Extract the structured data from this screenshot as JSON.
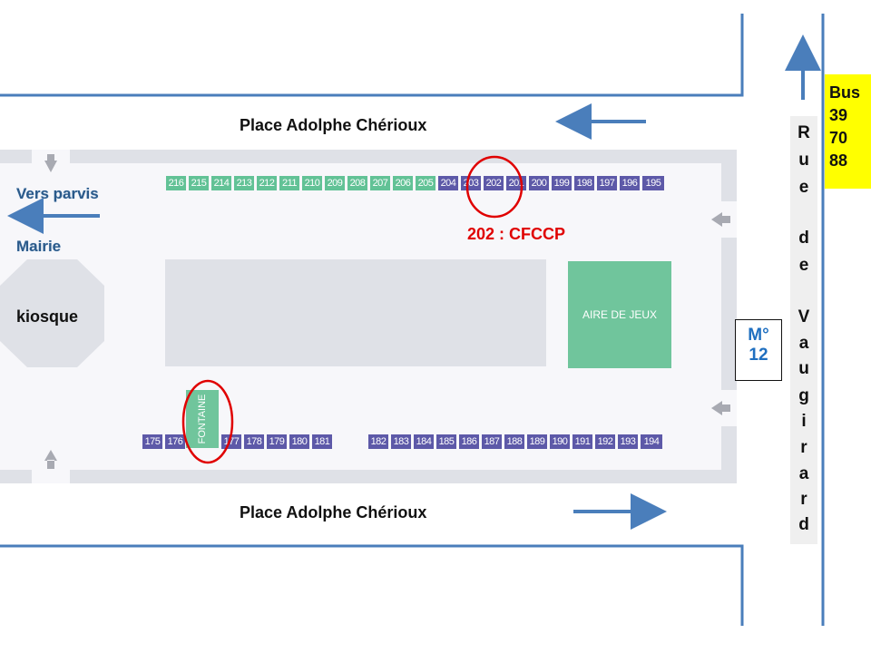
{
  "streets": {
    "top": "Place Adolphe Chérioux",
    "bottom": "Place Adolphe Chérioux",
    "right_letters": [
      "R",
      "u",
      "e",
      "d",
      "e",
      "V",
      "a",
      "u",
      "g",
      "i",
      "r",
      "a",
      "r",
      "d"
    ]
  },
  "labels": {
    "vers_parvis": "Vers parvis",
    "mairie": "Mairie",
    "kiosque": "kiosque",
    "aire_de_jeux": "AIRE DE JEUX",
    "fontaine": "FONTAINE",
    "highlight": "202 : CFCCP"
  },
  "bus": {
    "title": "Bus",
    "lines": [
      "39",
      "70",
      "88"
    ]
  },
  "metro": {
    "title": "M°",
    "line": "12"
  },
  "stalls": {
    "top_green": [
      "216",
      "215",
      "214",
      "213",
      "212",
      "211",
      "210",
      "209",
      "208",
      "207",
      "206",
      "205"
    ],
    "top_purple": [
      "204",
      "203",
      "202",
      "201",
      "200",
      "199",
      "198",
      "197",
      "196",
      "195"
    ],
    "bottom_left": [
      "175",
      "176",
      "177",
      "178",
      "179",
      "180",
      "181"
    ],
    "bottom_right": [
      "182",
      "183",
      "184",
      "185",
      "186",
      "187",
      "188",
      "189",
      "190",
      "191",
      "192",
      "193",
      "194"
    ]
  },
  "colors": {
    "street_line": "#4a7ebb",
    "green_stall": "#62c296",
    "purple_stall": "#5d59a8",
    "highlight": "#e00000",
    "bus_bg": "#ffff00"
  }
}
